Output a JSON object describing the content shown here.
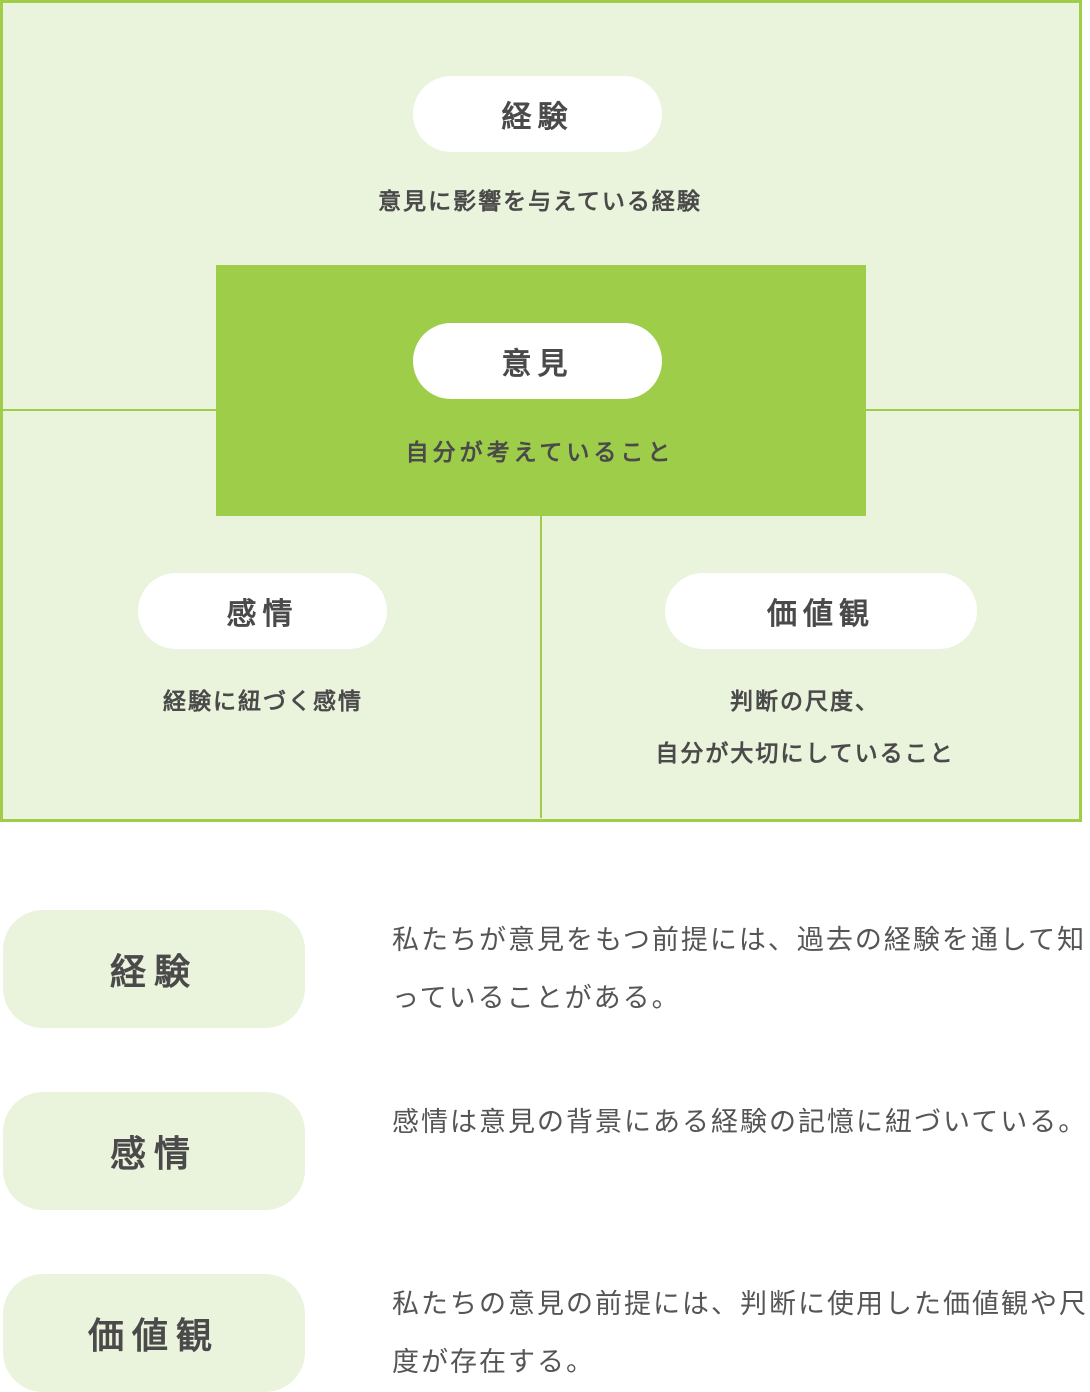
{
  "diagram": {
    "experience": {
      "label": "経験",
      "desc": "意見に影響を与えている経験"
    },
    "opinion": {
      "label": "意見",
      "desc": "自分が考えていること"
    },
    "emotion": {
      "label": "感情",
      "desc": "経験に紐づく感情"
    },
    "values": {
      "label": "価値観",
      "desc_line1": "判断の尺度、",
      "desc_line2": "自分が大切にしていること"
    }
  },
  "explanations": [
    {
      "label": "経験",
      "text": "私たちが意見をもつ前提には、過去の経験を通して知っていることがある。"
    },
    {
      "label": "感情",
      "text": "感情は意見の背景にある経験の記憶に紐づいている。"
    },
    {
      "label": "価値観",
      "text": "私たちの意見の前提には、判断に使用した価値観や尺度が存在する。"
    }
  ],
  "colors": {
    "accent": "#9ecd4a",
    "light": "#eaf3dc",
    "text": "#4a4a4a"
  }
}
